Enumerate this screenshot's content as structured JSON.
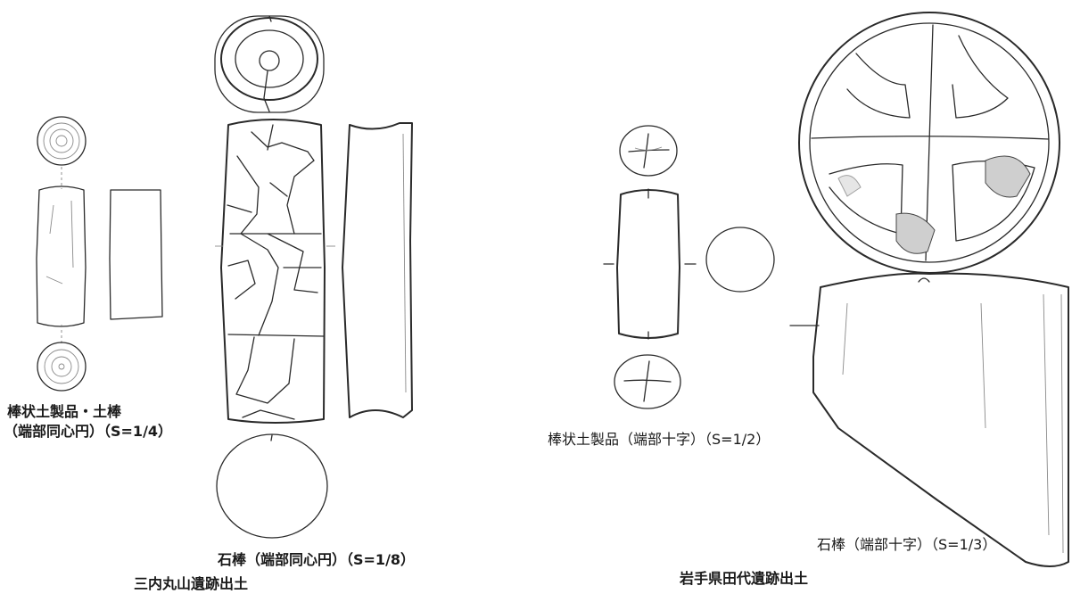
{
  "figure": {
    "sannai": {
      "small_caption_line1": "棒状土製品・土棒",
      "small_caption_line2": "（端部同心円）（S=1/4）",
      "large_caption": "石棒（端部同心円）（S=1/8）",
      "site": "三内丸山遺跡出土"
    },
    "tashiro": {
      "small_caption": "棒状土製品（端部十字）（S=1/2）",
      "large_caption": "石棒（端部十字）（S=1/3）",
      "site": "岩手県田代遺跡出土"
    }
  }
}
